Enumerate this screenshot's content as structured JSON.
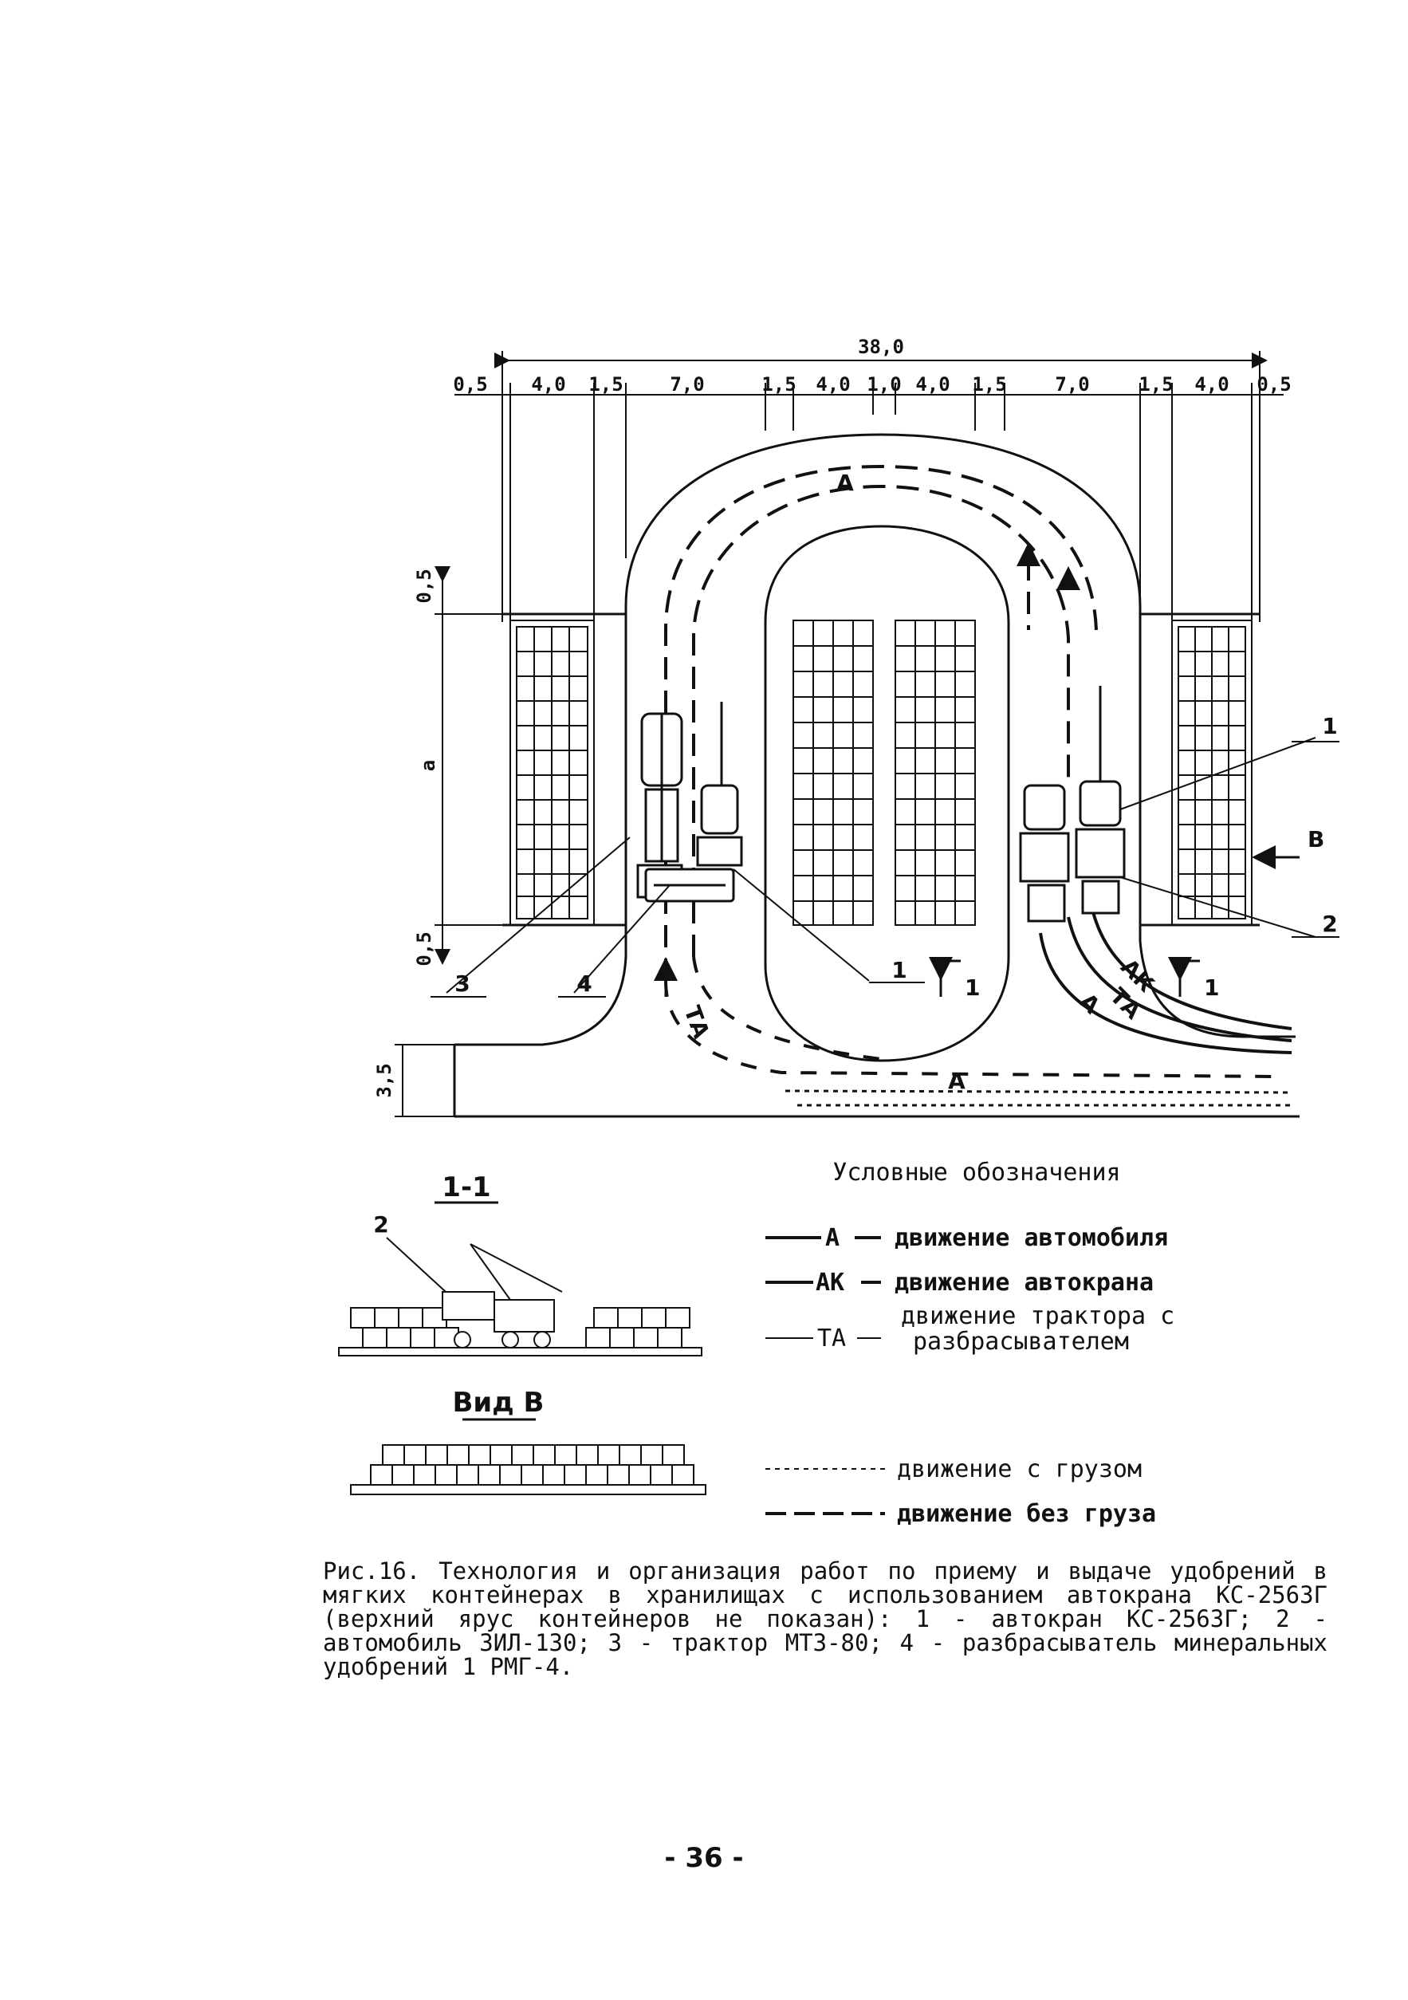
{
  "dimensions": {
    "total": "38,0",
    "segments": [
      "0,5",
      "4,0",
      "1,5",
      "7,0",
      "1,5",
      "4,0",
      "1,0",
      "4,0",
      "1,5",
      "7,0",
      "1,5",
      "4,0",
      "0,5"
    ],
    "left_top": "0,5",
    "left_a": "a",
    "left_bottom": "0,5",
    "road_width": "3,5"
  },
  "callouts": {
    "c1_right": "1",
    "c2_right": "2",
    "c3_left": "3",
    "c4_left": "4",
    "c1_center": "1"
  },
  "section_marks": {
    "left": "1",
    "right": "1",
    "view": "В"
  },
  "path_labels": {
    "a_top": "А",
    "a_bottom": "А",
    "ta_left": "ТА",
    "ak": "АК",
    "ta_right": "ТА",
    "a_right": "А"
  },
  "sections": {
    "s1_title": "1-1",
    "s1_callout": "2",
    "viewb_title": "Вид В"
  },
  "legend": {
    "title": "Условные обозначения",
    "items": [
      {
        "code": "А",
        "text": "движение автомобиля"
      },
      {
        "code": "АК",
        "text": "движение автокрана"
      },
      {
        "code": "ТА",
        "text_line1": "движение трактора с",
        "text_line2": "разбрасывателем"
      }
    ],
    "loaded": "движение с грузом",
    "unloaded": "движение без груза"
  },
  "caption": "Рис.16. Технология и организация работ по приему и выдаче удобрений в мягких контейнерах в хранилищах с использованием автокрана КС-256ЗГ (верхний ярус контейнеров не показан): 1 - автокран КС-256ЗГ; 2 - автомобиль ЗИЛ-130; 3 - трактор МТЗ-80; 4 - разбрасыватель минеральных удобрений 1 РМГ-4.",
  "page_number": "- 36 -"
}
